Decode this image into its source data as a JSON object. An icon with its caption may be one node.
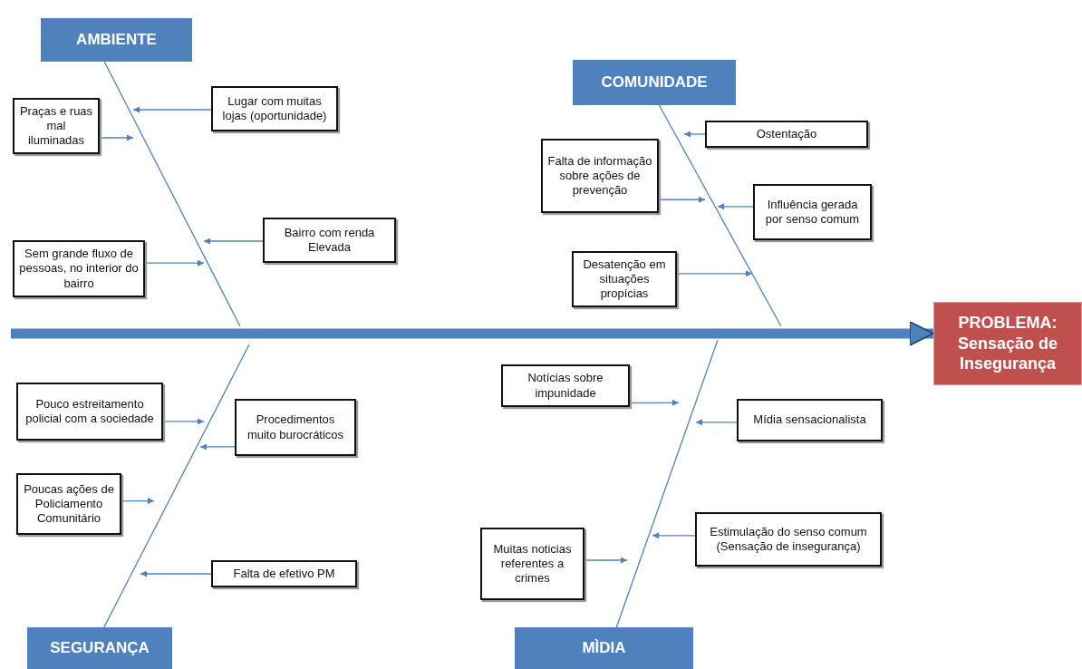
{
  "diagram": {
    "nodes": [
      {
        "text": [
          "AMBIENTE"
        ]
      },
      {
        "text": [
          "COMUNIDADE"
        ]
      },
      {
        "text": [
          "SEGURANÇA"
        ]
      },
      {
        "text": [
          "MÌDIA"
        ]
      },
      {
        "text": [
          "PROBLEMA: Sensação de Insegurança"
        ]
      },
      {
        "text": [
          "Praças e ruas mal iluminadas"
        ]
      },
      {
        "text": [
          "Lugar com muitas lojas (oportunidade)"
        ]
      },
      {
        "text": [
          "Bairro com renda Elevada"
        ]
      },
      {
        "text": [
          "Sem grande fluxo de pessoas, no interior do bairro"
        ]
      },
      {
        "text": [
          "Falta de informação sobre ações de prevenção"
        ]
      },
      {
        "text": [
          "Ostentação"
        ]
      },
      {
        "text": [
          "Influência gerada por senso comum"
        ]
      },
      {
        "text": [
          "Desatenção em situações propícias"
        ]
      },
      {
        "text": [
          "Pouco estreitamento policial com a sociedade"
        ]
      },
      {
        "text": [
          "Procedimentos muito burocráticos"
        ]
      },
      {
        "text": [
          "Poucas ações de Policiamento Comunitário"
        ]
      },
      {
        "text": [
          "Falta de efetivo PM"
        ]
      },
      {
        "text": [
          "Notícias sobre impunidade"
        ]
      },
      {
        "text": [
          "Mídia sensacionalista"
        ]
      },
      {
        "text": [
          "Muitas noticias referentes a crimes"
        ]
      },
      {
        "text": [
          "Estimulação do senso comum (Sensação de insegurança)"
        ]
      }
    ],
    "edges": [
      {
        "from": 0,
        "to": null,
        "arrow": "none"
      },
      {
        "from": 1,
        "to": null,
        "arrow": "none"
      },
      {
        "from": 2,
        "to": null,
        "arrow": "none"
      },
      {
        "from": 3,
        "to": null,
        "arrow": "none"
      },
      {
        "from": null,
        "to": 4,
        "arrow": "to",
        "style": "thick"
      },
      {
        "from": 5,
        "to": null,
        "arrow": "to"
      },
      {
        "from": 6,
        "to": null,
        "arrow": "to"
      },
      {
        "from": 7,
        "to": null,
        "arrow": "to"
      },
      {
        "from": 8,
        "to": null,
        "arrow": "to"
      },
      {
        "from": 9,
        "to": null,
        "arrow": "to"
      },
      {
        "from": 10,
        "to": null,
        "arrow": "to"
      },
      {
        "from": 11,
        "to": null,
        "arrow": "to"
      },
      {
        "from": 12,
        "to": null,
        "arrow": "to"
      },
      {
        "from": 13,
        "to": null,
        "arrow": "to"
      },
      {
        "from": 14,
        "to": null,
        "arrow": "to"
      },
      {
        "from": 15,
        "to": null,
        "arrow": "to"
      },
      {
        "from": 16,
        "to": null,
        "arrow": "to"
      },
      {
        "from": 17,
        "to": null,
        "arrow": "to"
      },
      {
        "from": 18,
        "to": null,
        "arrow": "to"
      },
      {
        "from": 19,
        "to": null,
        "arrow": "to"
      },
      {
        "from": 20,
        "to": null,
        "arrow": "to"
      }
    ]
  }
}
